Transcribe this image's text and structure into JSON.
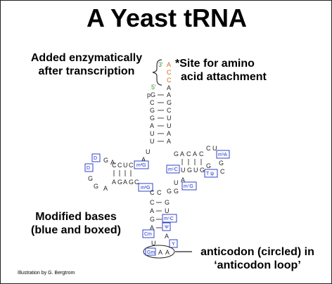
{
  "title": "A Yeast tRNA",
  "callouts": {
    "added_line1": "Added enzymatically",
    "added_line2": "after transcription",
    "site_line1": "*Site for amino",
    "site_line2": "acid attachment",
    "modified_line1": "Modified bases",
    "modified_line2": "(blue and boxed)",
    "anticodon_line1": "anticodon (circled) in",
    "anticodon_line2": "‘anticodon loop’"
  },
  "credit": "Illustration by G. Bergtrom",
  "colors": {
    "modified_base": "#1a2fc4",
    "cca_end": "#d36a1a",
    "end_label": "#3a9a2a",
    "text": "#000000"
  },
  "three_prime_end": {
    "label": "3'",
    "bases": [
      "A",
      "C",
      "C"
    ]
  },
  "acceptor_stem": {
    "five_prime_label": "5'",
    "left": [
      "pG",
      "C",
      "G",
      "G",
      "A",
      "U",
      "U"
    ],
    "right": [
      "A",
      "G",
      "C",
      "U",
      "U",
      "A",
      "A"
    ]
  },
  "d_arm": {
    "stem_top": [
      "C",
      "U",
      "C"
    ],
    "stem_bottom": [
      "G",
      "A",
      "G"
    ],
    "loop": [
      "D",
      "G",
      "A",
      "G",
      "G",
      "D",
      "G",
      "A"
    ],
    "modified": [
      "D",
      "D",
      "m2G"
    ]
  },
  "t_arm": {
    "stem_top": [
      "G",
      "A",
      "C",
      "A",
      "C"
    ],
    "stem_bottom": [
      "G",
      "U",
      "G"
    ],
    "loop": [
      "C",
      "U",
      "C",
      "G"
    ],
    "modified": [
      "m1A",
      "m5C",
      "T",
      "ψ",
      "m7G"
    ]
  },
  "variable_region": [
    "A",
    "G",
    "G",
    "U"
  ],
  "anticodon_stem": {
    "left": [
      "C",
      "C",
      "A",
      "G"
    ],
    "right": [
      "G",
      "G",
      "U",
      "C"
    ],
    "modified": [
      "m2G",
      "m5C",
      "Ψ",
      "Cm",
      "Y"
    ]
  },
  "anticodon_loop": {
    "bases": [
      "U",
      "U",
      "Gm",
      "A",
      "A"
    ],
    "anticodon": [
      "Gm",
      "A",
      "A"
    ]
  }
}
